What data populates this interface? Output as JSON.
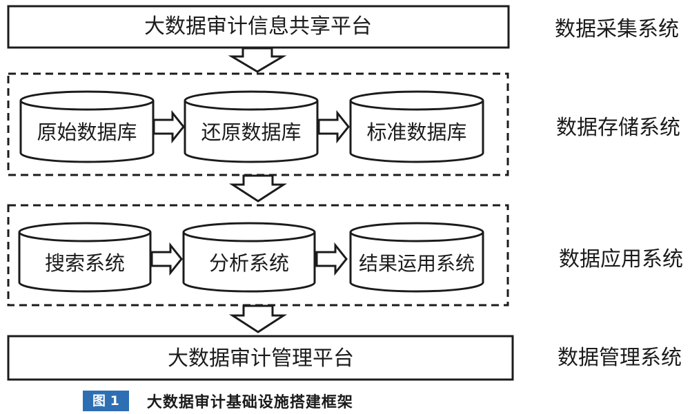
{
  "top_platform": "大数据审计信息共享平台",
  "bottom_platform": "大数据审计管理平台",
  "storage_nodes": [
    "原始数据库",
    "还原数据库",
    "标准数据库"
  ],
  "application_nodes": [
    "搜索系统",
    "分析系统",
    "结果运用系统"
  ],
  "layer_labels": {
    "collection": "数据采集系统",
    "storage": "数据存储系统",
    "application": "数据应用系统",
    "management": "数据管理系统"
  },
  "caption": {
    "figure": "图 1",
    "title": "大数据审计基础设施搭建框架"
  }
}
